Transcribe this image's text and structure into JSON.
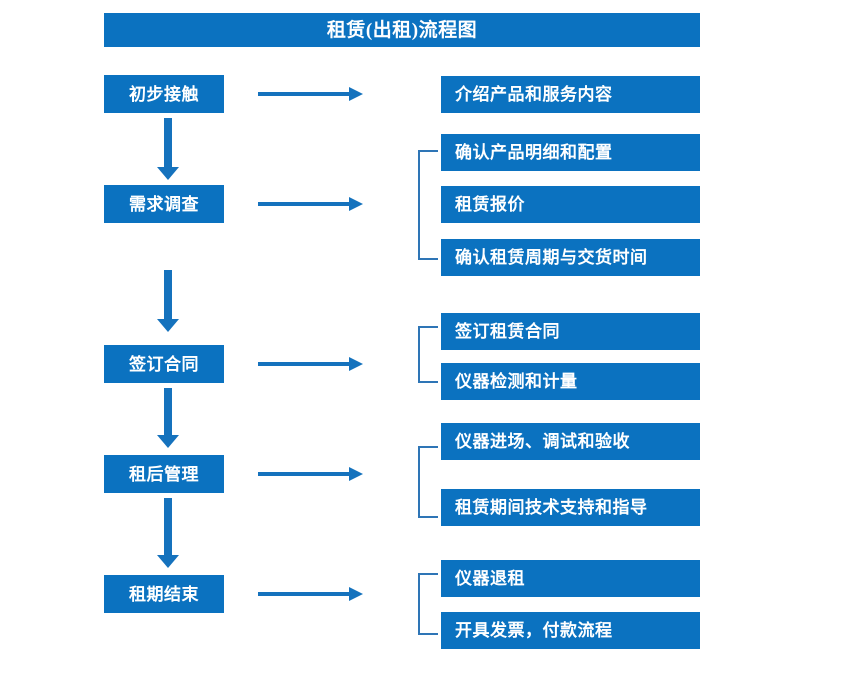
{
  "diagram": {
    "title": "租赁(出租)流程图",
    "colors": {
      "box_fill": "#0b72c0",
      "box_text": "#ffffff",
      "arrow": "#1572bd",
      "bracket": "#2e75b6",
      "background": "#ffffff"
    },
    "stages": [
      {
        "id": "stage-1",
        "label": "初步接触",
        "details": [
          "介绍产品和服务内容"
        ],
        "has_bracket": false
      },
      {
        "id": "stage-2",
        "label": "需求调查",
        "details": [
          "确认产品明细和配置",
          "租赁报价",
          "确认租赁周期与交货时间"
        ],
        "has_bracket": true
      },
      {
        "id": "stage-3",
        "label": "签订合同",
        "details": [
          "签订租赁合同",
          "仪器检测和计量"
        ],
        "has_bracket": true
      },
      {
        "id": "stage-4",
        "label": "租后管理",
        "details": [
          "仪器进场、调试和验收",
          "租赁期间技术支持和指导"
        ],
        "has_bracket": true
      },
      {
        "id": "stage-5",
        "label": "租期结束",
        "details": [
          "仪器退租",
          "开具发票，付款流程"
        ],
        "has_bracket": true
      }
    ]
  }
}
